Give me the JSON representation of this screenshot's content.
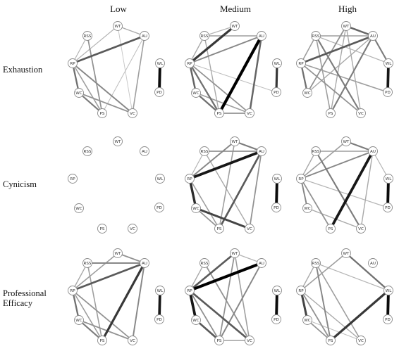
{
  "figure": {
    "column_headers": [
      "Low",
      "Medium",
      "High"
    ],
    "row_labels": [
      [
        "Exhaustion"
      ],
      [
        "Cynicism"
      ],
      [
        "Professional",
        "Efficacy"
      ]
    ],
    "nodes": [
      "WT",
      "AU",
      "WL",
      "PD",
      "VC",
      "PS",
      "WC",
      "RP",
      "RSS"
    ]
  },
  "panels": [
    {
      "row": 0,
      "col": 0,
      "edges": [
        {
          "from": "WL",
          "to": "PD",
          "weight": 0.95
        },
        {
          "from": "RP",
          "to": "AU",
          "weight": 0.6
        },
        {
          "from": "WT",
          "to": "AU",
          "weight": 0.25
        },
        {
          "from": "RP",
          "to": "WT",
          "weight": 0.2
        },
        {
          "from": "RP",
          "to": "WC",
          "weight": 0.5
        },
        {
          "from": "WC",
          "to": "PS",
          "weight": 0.45
        },
        {
          "from": "WC",
          "to": "VC",
          "weight": 0.35
        },
        {
          "from": "RP",
          "to": "VC",
          "weight": 0.4
        },
        {
          "from": "RP",
          "to": "PS",
          "weight": 0.3
        },
        {
          "from": "RSS",
          "to": "PS",
          "weight": 0.35
        },
        {
          "from": "AU",
          "to": "VC",
          "weight": 0.3
        },
        {
          "from": "PS",
          "to": "AU",
          "weight": 0.15
        },
        {
          "from": "RP",
          "to": "RSS",
          "weight": 0.2
        },
        {
          "from": "VC",
          "to": "WT",
          "weight": 0.12
        }
      ]
    },
    {
      "row": 0,
      "col": 1,
      "edges": [
        {
          "from": "PS",
          "to": "AU",
          "weight": 1.0
        },
        {
          "from": "WL",
          "to": "PD",
          "weight": 0.75
        },
        {
          "from": "RP",
          "to": "WT",
          "weight": 0.75
        },
        {
          "from": "RSS",
          "to": "AU",
          "weight": 0.3
        },
        {
          "from": "RP",
          "to": "AU",
          "weight": 0.4
        },
        {
          "from": "RP",
          "to": "WC",
          "weight": 0.55
        },
        {
          "from": "RP",
          "to": "PS",
          "weight": 0.5
        },
        {
          "from": "WC",
          "to": "PS",
          "weight": 0.5
        },
        {
          "from": "RP",
          "to": "VC",
          "weight": 0.35
        },
        {
          "from": "AU",
          "to": "VC",
          "weight": 0.55
        },
        {
          "from": "WC",
          "to": "VC",
          "weight": 0.3
        },
        {
          "from": "PS",
          "to": "VC",
          "weight": 0.35
        },
        {
          "from": "RSS",
          "to": "RP",
          "weight": 0.25
        },
        {
          "from": "RSS",
          "to": "PS",
          "weight": 0.25
        },
        {
          "from": "WT",
          "to": "RSS",
          "weight": 0.2
        },
        {
          "from": "RP",
          "to": "PD",
          "weight": 0.15
        }
      ]
    },
    {
      "row": 0,
      "col": 2,
      "edges": [
        {
          "from": "WL",
          "to": "PD",
          "weight": 0.9
        },
        {
          "from": "WT",
          "to": "AU",
          "weight": 0.55
        },
        {
          "from": "RP",
          "to": "AU",
          "weight": 0.6
        },
        {
          "from": "AU",
          "to": "WL",
          "weight": 0.45
        },
        {
          "from": "RSS",
          "to": "AU",
          "weight": 0.3
        },
        {
          "from": "AU",
          "to": "PS",
          "weight": 0.45
        },
        {
          "from": "RSS",
          "to": "VC",
          "weight": 0.45
        },
        {
          "from": "RP",
          "to": "VC",
          "weight": 0.35
        },
        {
          "from": "RSS",
          "to": "PS",
          "weight": 0.3
        },
        {
          "from": "WT",
          "to": "WC",
          "weight": 0.35
        },
        {
          "from": "WT",
          "to": "VC",
          "weight": 0.25
        },
        {
          "from": "RP",
          "to": "WC",
          "weight": 0.5
        },
        {
          "from": "RSS",
          "to": "RP",
          "weight": 0.3
        },
        {
          "from": "RP",
          "to": "PD",
          "weight": 0.3
        },
        {
          "from": "WT",
          "to": "PS",
          "weight": 0.25
        },
        {
          "from": "RSS",
          "to": "WL",
          "weight": 0.2
        },
        {
          "from": "WC",
          "to": "AU",
          "weight": 0.25
        }
      ]
    },
    {
      "row": 1,
      "col": 0,
      "edges": []
    },
    {
      "row": 1,
      "col": 1,
      "edges": [
        {
          "from": "RP",
          "to": "AU",
          "weight": 0.9
        },
        {
          "from": "WL",
          "to": "PD",
          "weight": 0.95
        },
        {
          "from": "RP",
          "to": "WC",
          "weight": 0.8
        },
        {
          "from": "WC",
          "to": "VC",
          "weight": 0.7
        },
        {
          "from": "PS",
          "to": "AU",
          "weight": 0.6
        },
        {
          "from": "WT",
          "to": "AU",
          "weight": 0.45
        },
        {
          "from": "RSS",
          "to": "AU",
          "weight": 0.35
        },
        {
          "from": "RP",
          "to": "WT",
          "weight": 0.4
        },
        {
          "from": "WT",
          "to": "PS",
          "weight": 0.3
        },
        {
          "from": "RSS",
          "to": "VC",
          "weight": 0.25
        },
        {
          "from": "RP",
          "to": "PS",
          "weight": 0.3
        },
        {
          "from": "AU",
          "to": "VC",
          "weight": 0.35
        },
        {
          "from": "WC",
          "to": "PS",
          "weight": 0.35
        },
        {
          "from": "RSS",
          "to": "RP",
          "weight": 0.2
        }
      ]
    },
    {
      "row": 1,
      "col": 2,
      "edges": [
        {
          "from": "PS",
          "to": "AU",
          "weight": 0.9
        },
        {
          "from": "WL",
          "to": "PD",
          "weight": 0.95
        },
        {
          "from": "WT",
          "to": "AU",
          "weight": 0.45
        },
        {
          "from": "RP",
          "to": "AU",
          "weight": 0.4
        },
        {
          "from": "RSS",
          "to": "AU",
          "weight": 0.3
        },
        {
          "from": "RSS",
          "to": "VC",
          "weight": 0.45
        },
        {
          "from": "RP",
          "to": "WT",
          "weight": 0.3
        },
        {
          "from": "RP",
          "to": "WC",
          "weight": 0.4
        },
        {
          "from": "RP",
          "to": "PS",
          "weight": 0.35
        },
        {
          "from": "AU",
          "to": "WL",
          "weight": 0.2
        },
        {
          "from": "RP",
          "to": "PD",
          "weight": 0.2
        },
        {
          "from": "WC",
          "to": "VC",
          "weight": 0.25
        },
        {
          "from": "AU",
          "to": "VC",
          "weight": 0.25
        },
        {
          "from": "RSS",
          "to": "RP",
          "weight": 0.25
        }
      ]
    },
    {
      "row": 2,
      "col": 0,
      "edges": [
        {
          "from": "PS",
          "to": "AU",
          "weight": 0.75
        },
        {
          "from": "WL",
          "to": "PD",
          "weight": 0.9
        },
        {
          "from": "RP",
          "to": "AU",
          "weight": 0.6
        },
        {
          "from": "RSS",
          "to": "AU",
          "weight": 0.4
        },
        {
          "from": "WT",
          "to": "AU",
          "weight": 0.35
        },
        {
          "from": "RP",
          "to": "WT",
          "weight": 0.3
        },
        {
          "from": "RP",
          "to": "WC",
          "weight": 0.5
        },
        {
          "from": "WC",
          "to": "PS",
          "weight": 0.45
        },
        {
          "from": "WC",
          "to": "VC",
          "weight": 0.35
        },
        {
          "from": "RP",
          "to": "VC",
          "weight": 0.35
        },
        {
          "from": "AU",
          "to": "VC",
          "weight": 0.4
        },
        {
          "from": "RP",
          "to": "PS",
          "weight": 0.3
        },
        {
          "from": "RSS",
          "to": "PS",
          "weight": 0.3
        },
        {
          "from": "RSS",
          "to": "RP",
          "weight": 0.25
        }
      ]
    },
    {
      "row": 2,
      "col": 1,
      "edges": [
        {
          "from": "RP",
          "to": "AU",
          "weight": 1.0
        },
        {
          "from": "WL",
          "to": "PD",
          "weight": 0.95
        },
        {
          "from": "RP",
          "to": "WC",
          "weight": 0.9
        },
        {
          "from": "RP",
          "to": "WT",
          "weight": 0.6
        },
        {
          "from": "RP",
          "to": "VC",
          "weight": 0.6
        },
        {
          "from": "WC",
          "to": "PS",
          "weight": 0.6
        },
        {
          "from": "WT",
          "to": "PS",
          "weight": 0.35
        },
        {
          "from": "AU",
          "to": "PS",
          "weight": 0.4
        },
        {
          "from": "RSS",
          "to": "VC",
          "weight": 0.35
        },
        {
          "from": "WT",
          "to": "VC",
          "weight": 0.3
        },
        {
          "from": "RP",
          "to": "PS",
          "weight": 0.35
        },
        {
          "from": "RSS",
          "to": "RP",
          "weight": 0.25
        },
        {
          "from": "WT",
          "to": "AU",
          "weight": 0.2
        },
        {
          "from": "PS",
          "to": "VC",
          "weight": 0.3
        }
      ]
    },
    {
      "row": 2,
      "col": 2,
      "edges": [
        {
          "from": "WL",
          "to": "PD",
          "weight": 0.95
        },
        {
          "from": "PS",
          "to": "WL",
          "weight": 0.75
        },
        {
          "from": "RP",
          "to": "WC",
          "weight": 0.7
        },
        {
          "from": "WT",
          "to": "WL",
          "weight": 0.5
        },
        {
          "from": "RSS",
          "to": "PS",
          "weight": 0.4
        },
        {
          "from": "RSS",
          "to": "VC",
          "weight": 0.3
        },
        {
          "from": "RP",
          "to": "WT",
          "weight": 0.3
        },
        {
          "from": "RP",
          "to": "PS",
          "weight": 0.35
        },
        {
          "from": "WC",
          "to": "PS",
          "weight": 0.35
        },
        {
          "from": "RSS",
          "to": "WL",
          "weight": 0.2
        },
        {
          "from": "RP",
          "to": "VC",
          "weight": 0.25
        },
        {
          "from": "RSS",
          "to": "RP",
          "weight": 0.25
        },
        {
          "from": "WC",
          "to": "VC",
          "weight": 0.15
        }
      ]
    }
  ]
}
